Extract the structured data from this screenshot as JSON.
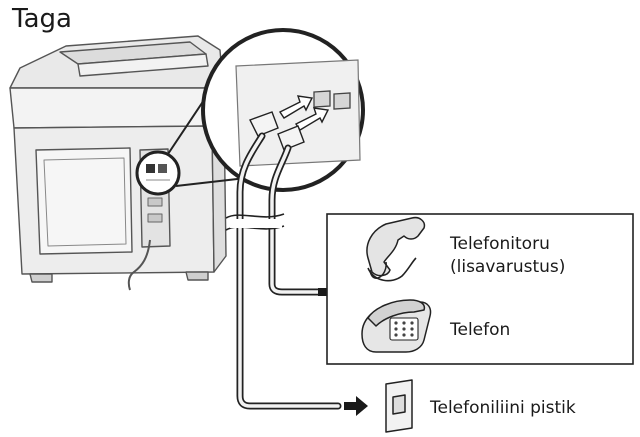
{
  "heading": "Taga",
  "labels": {
    "handset_line1": "Telefonitoru",
    "handset_line2": "(lisavarustus)",
    "telephone": "Telefon",
    "wall_jack": "Telefoniliini pistik"
  },
  "icons": [
    "printer-back-icon",
    "telephone-handset-icon",
    "telephone-icon",
    "wall-jack-icon",
    "arrow-right-icon"
  ],
  "colors": {
    "line": "#2a2a2a",
    "fill_light": "#ededed",
    "fill_mid": "#d9d9d9",
    "background": "#ffffff"
  }
}
